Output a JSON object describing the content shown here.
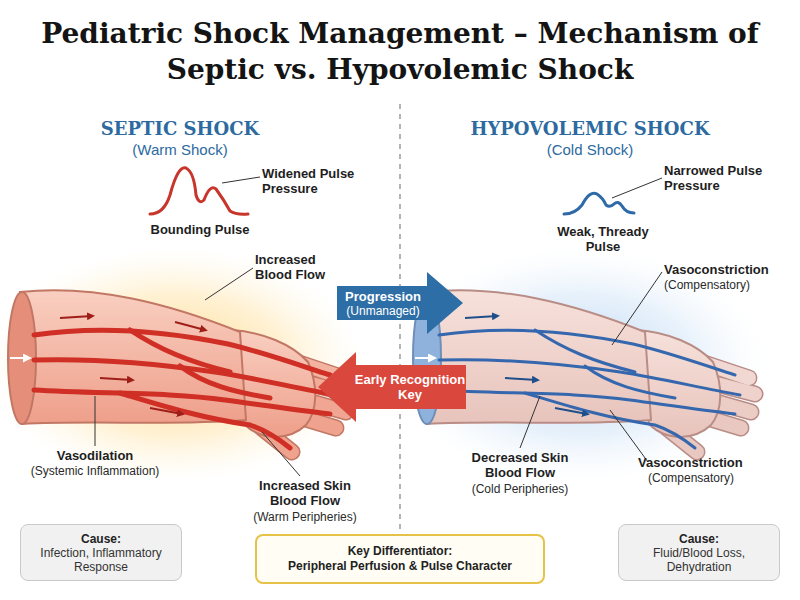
{
  "diagram": {
    "title": "Pediatric Shock Management – Mechanism of Septic vs. Hypovolemic Shock",
    "nodes": [
      {
        "text": [
          "Progression",
          "(Unmanaged)"
        ]
      },
      {
        "text": [
          "Early Recognition Key"
        ]
      },
      {
        "text": [
          "Cause:",
          "Infection, Inflammatory Response"
        ]
      },
      {
        "text": [
          "Key Differentiator:",
          "Peripheral Perfusion & Pulse Character"
        ]
      },
      {
        "text": [
          "Cause:",
          "Fluid/Blood Loss, Dehydration"
        ]
      }
    ],
    "labels": [
      "SEPTIC SHOCK",
      "(Warm Shock)",
      "HYPOVOLEMIC SHOCK",
      "(Cold Shock)",
      "Widened Pulse Pressure",
      "Bounding Pulse",
      "Increased Blood Flow",
      "Vasodilation",
      "(Systemic Inflammation)",
      "Increased Skin Blood Flow",
      "(Warm Peripheries)",
      "Narrowed Pulse Pressure",
      "Weak, Thready Pulse",
      "Vasoconstriction",
      "(Compensatory)",
      "Vasoconstriction",
      "(Compensatory)",
      "Decreased Skin Blood Flow",
      "(Cold Peripheries)"
    ]
  }
}
